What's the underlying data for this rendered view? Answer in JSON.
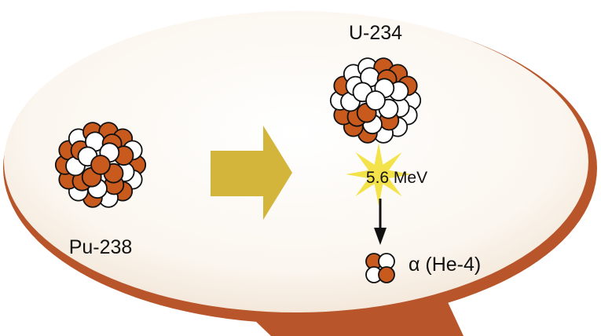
{
  "parent": {
    "label": "Pu-238"
  },
  "daughter": {
    "label": "U-234"
  },
  "energy": {
    "label": "5.6 MeV"
  },
  "alpha": {
    "label": "α (He-4)"
  },
  "colors": {
    "proton": "#c85a1e",
    "neutron": "#ffffff",
    "arrow": "#d2b53a",
    "burst": "#f4e24a",
    "bubble_fill": "#fbf7f1",
    "bubble_rim": "#b8552a"
  }
}
